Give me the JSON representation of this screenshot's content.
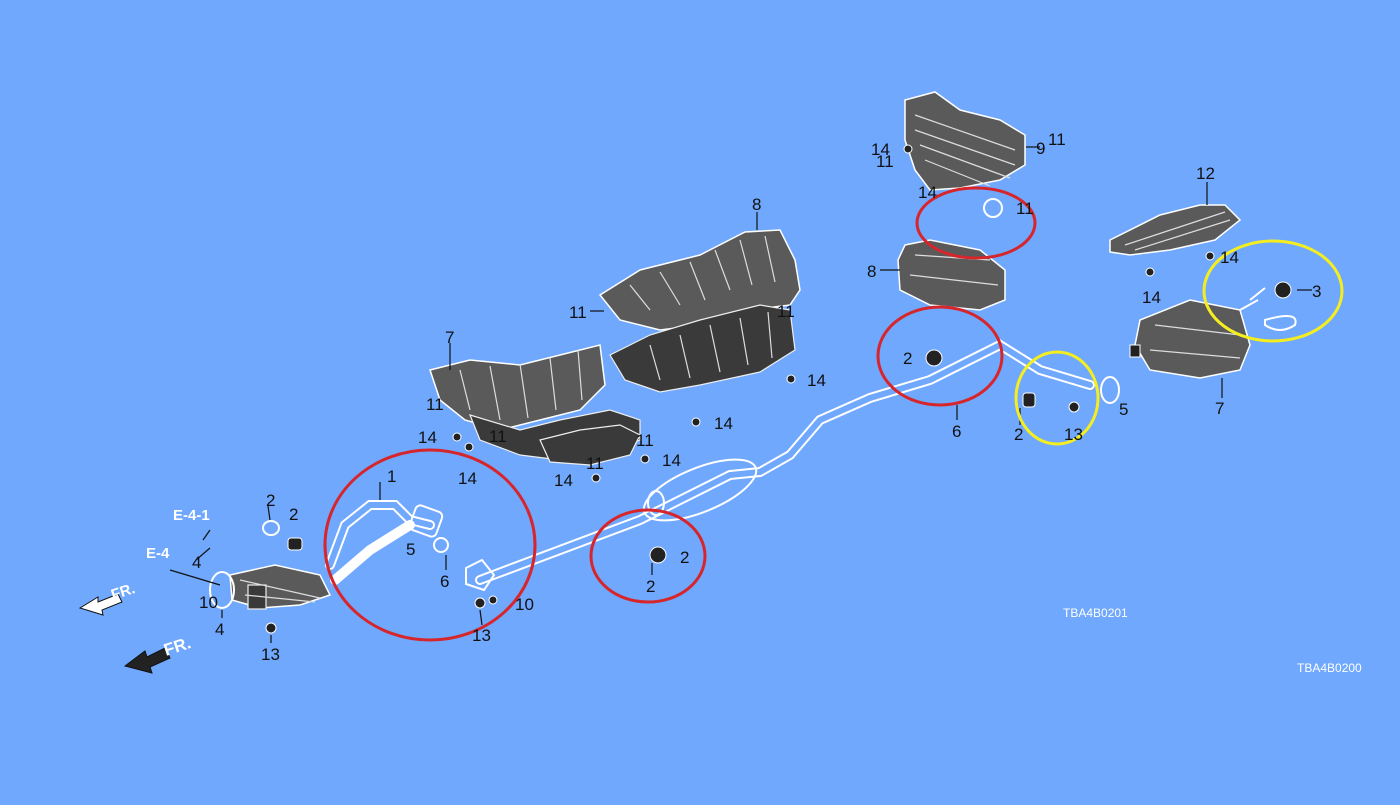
{
  "diagram": {
    "background_color": "#6fa8fd",
    "highlight_colors": {
      "red": "#d7262b",
      "yellow": "#f4ee21"
    },
    "diagram_codes": [
      "TBA4B0201",
      "TBA4B0200"
    ],
    "reference_labels": [
      "E-4-1",
      "E-4"
    ],
    "direction_labels": [
      "FR.",
      "FR."
    ],
    "callouts": {
      "c1": "1",
      "c2a": "2",
      "c2b": "2",
      "c2c": "2",
      "c2d": "2",
      "c2e": "2",
      "c2f": "2",
      "c3": "3",
      "c4a": "4",
      "c4b": "4",
      "c5a": "5",
      "c5b": "5",
      "c6a": "6",
      "c6b": "6",
      "c7a": "7",
      "c7b": "7",
      "c8a": "8",
      "c8b": "8",
      "c9": "9",
      "c10a": "10",
      "c10b": "10",
      "c11a": "11",
      "c11b": "11",
      "c11c": "11",
      "c11d": "11",
      "c11e": "11",
      "c11f": "11",
      "c11g": "11",
      "c11h": "11",
      "c11i": "11",
      "c12": "12",
      "c13a": "13",
      "c13b": "13",
      "c13c": "13",
      "c14a": "14",
      "c14b": "14",
      "c14c": "14",
      "c14d": "14",
      "c14e": "14",
      "c14f": "14",
      "c14g": "14",
      "c14h": "14",
      "c14i": "14",
      "c14j": "14"
    }
  }
}
